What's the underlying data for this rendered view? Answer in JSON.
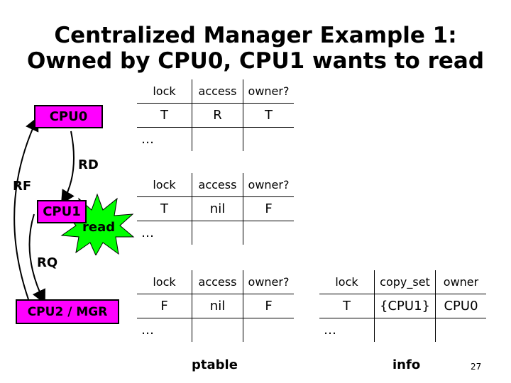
{
  "title": {
    "line1": "Centralized Manager Example 1:",
    "line2": "Owned by CPU0, CPU1 wants to read"
  },
  "nodes": {
    "cpu0": "CPU0",
    "cpu1": "CPU1",
    "cpu2": "CPU2 / MGR",
    "burst": "read"
  },
  "messages": {
    "rd": "RD",
    "rf": "RF",
    "rq": "RQ"
  },
  "colors": {
    "node_fill": "#ff00ff",
    "burst_fill": "#00ff00"
  },
  "tables": {
    "cpu0": {
      "headers": [
        "lock",
        "access",
        "owner?"
      ],
      "row": [
        "T",
        "R",
        "T"
      ],
      "ellipsis": "…"
    },
    "cpu1": {
      "headers": [
        "lock",
        "access",
        "owner?"
      ],
      "row": [
        "T",
        "nil",
        "F"
      ],
      "ellipsis": "…"
    },
    "mgr": {
      "headers": [
        "lock",
        "access",
        "owner?"
      ],
      "row": [
        "F",
        "nil",
        "F"
      ],
      "ellipsis": "…"
    },
    "info": {
      "headers": [
        "lock",
        "copy_set",
        "owner"
      ],
      "row": [
        "T",
        "{CPU1}",
        "CPU0"
      ],
      "ellipsis": "…"
    }
  },
  "footer": {
    "ptable": "ptable",
    "info": "info",
    "page": "27"
  }
}
